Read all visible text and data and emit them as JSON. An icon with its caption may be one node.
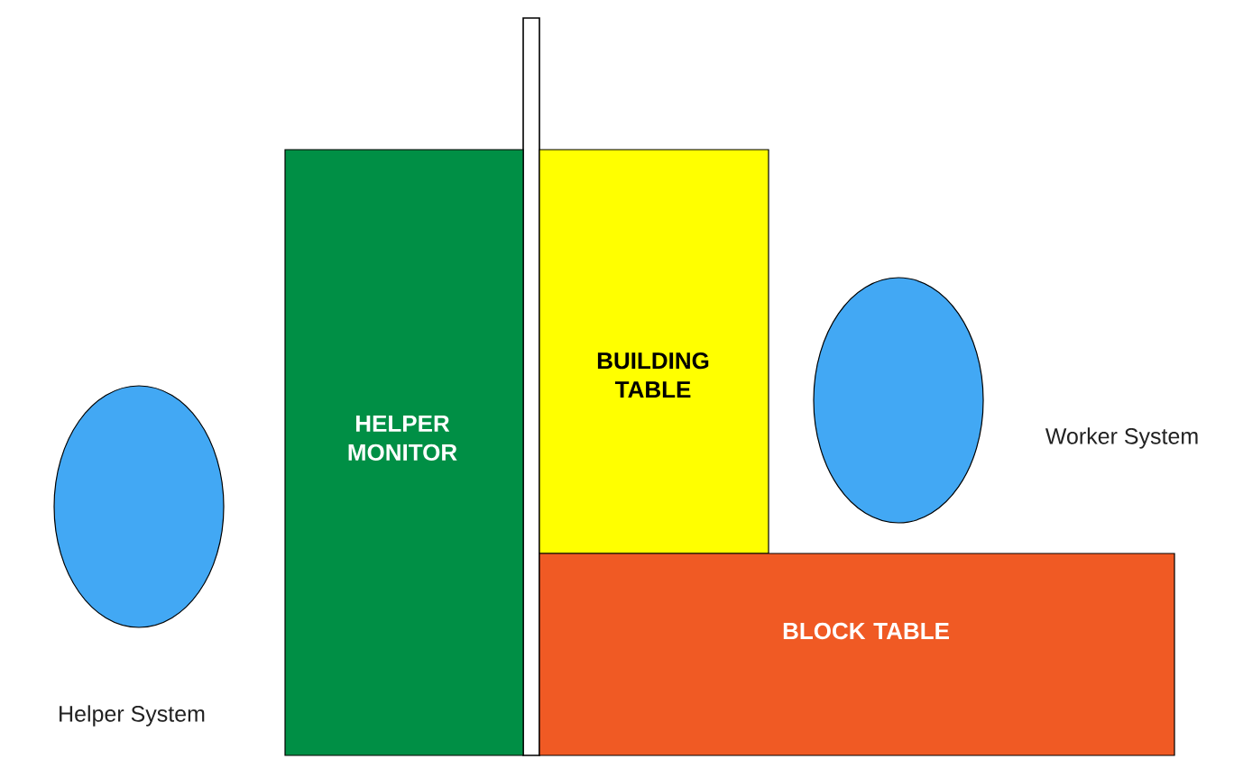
{
  "diagram": {
    "nodes": [
      {
        "text": [],
        "shape": "circle",
        "beside": [
          "Helper System"
        ]
      },
      {
        "text": [
          "HELPER MONITOR"
        ]
      },
      {
        "text": [
          "BUILDING TABLE"
        ]
      },
      {
        "text": [],
        "shape": "circle",
        "beside": [
          "Worker System"
        ]
      },
      {
        "text": [
          "BLOCK TABLE"
        ]
      }
    ],
    "edges": []
  }
}
